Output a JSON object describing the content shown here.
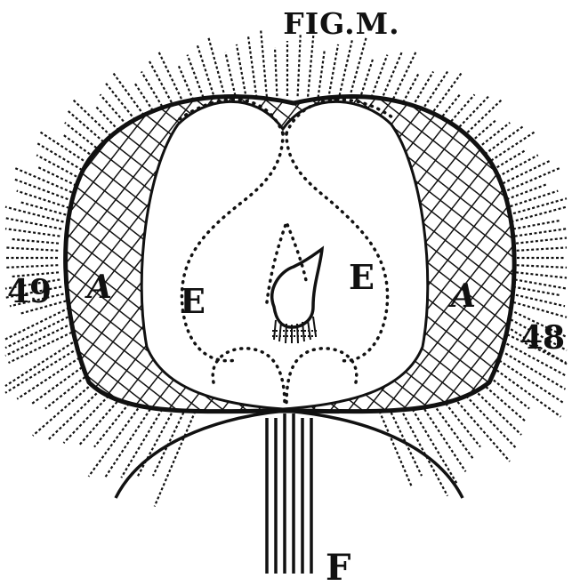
{
  "figure": {
    "title": "FIG.M.",
    "labels": {
      "number_left": "49",
      "number_right": "48",
      "A_left": "A",
      "A_right": "A",
      "E_left": "E",
      "E_right": "E",
      "F": "F"
    }
  },
  "colors": {
    "ink": "#111111",
    "paper": "#ffffff"
  }
}
